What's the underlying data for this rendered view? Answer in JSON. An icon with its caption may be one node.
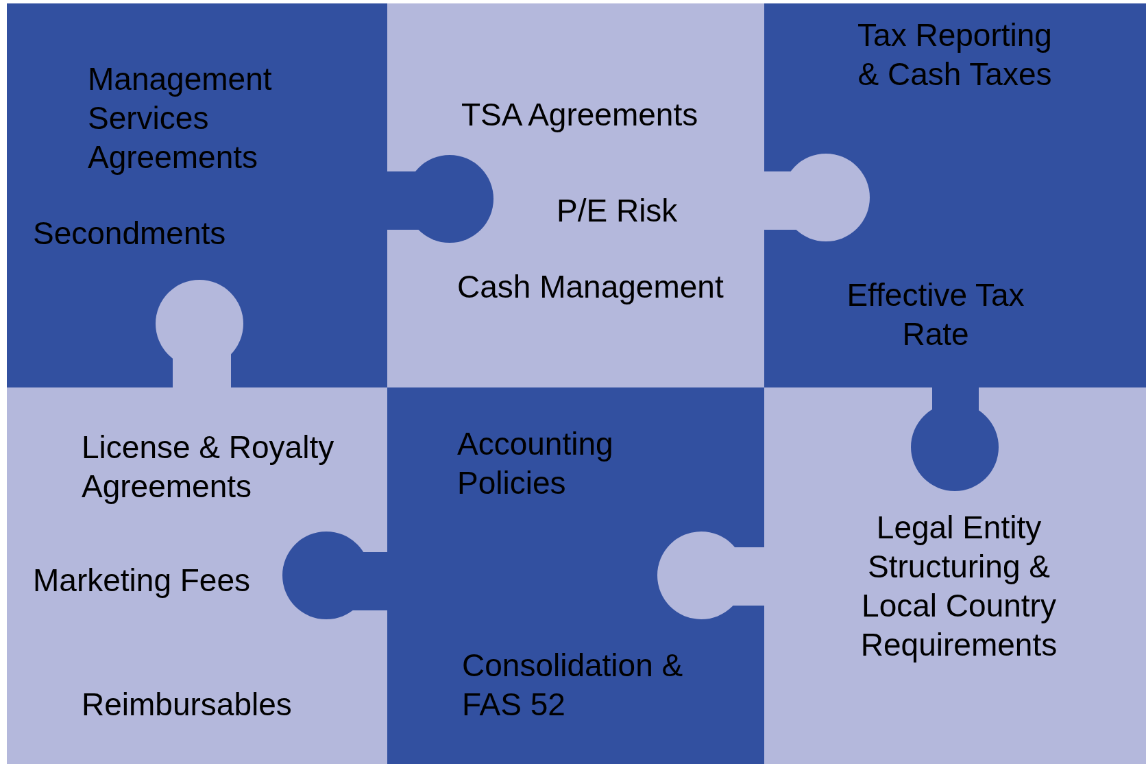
{
  "diagram": {
    "nodes": [
      {
        "text": [
          "Management Services Agreements",
          "Secondments"
        ]
      },
      {
        "text": [
          "TSA Agreements",
          "P/E Risk",
          "Cash Management"
        ]
      },
      {
        "text": [
          "Tax Reporting & Cash Taxes",
          "Effective Tax Rate"
        ]
      },
      {
        "text": [
          "License & Royalty Agreements",
          "Marketing Fees",
          "Reimbursables"
        ]
      },
      {
        "text": [
          "Accounting Policies",
          "Consolidation & FAS 52"
        ]
      },
      {
        "text": [
          "Legal Entity Structuring & Local Country Requirements"
        ]
      }
    ]
  }
}
